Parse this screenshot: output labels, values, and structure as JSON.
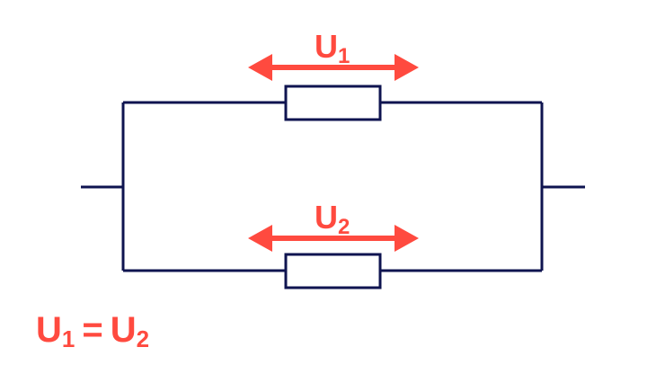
{
  "colors": {
    "wire": "#0f1450",
    "accent": "#ff4a3f"
  },
  "labels": {
    "top": {
      "main": "U",
      "sub": "1"
    },
    "bottom": {
      "main": "U",
      "sub": "2"
    }
  },
  "formula": {
    "left_main": "U",
    "left_sub": "1",
    "equals": "=",
    "right_main": "U",
    "right_sub": "2"
  }
}
